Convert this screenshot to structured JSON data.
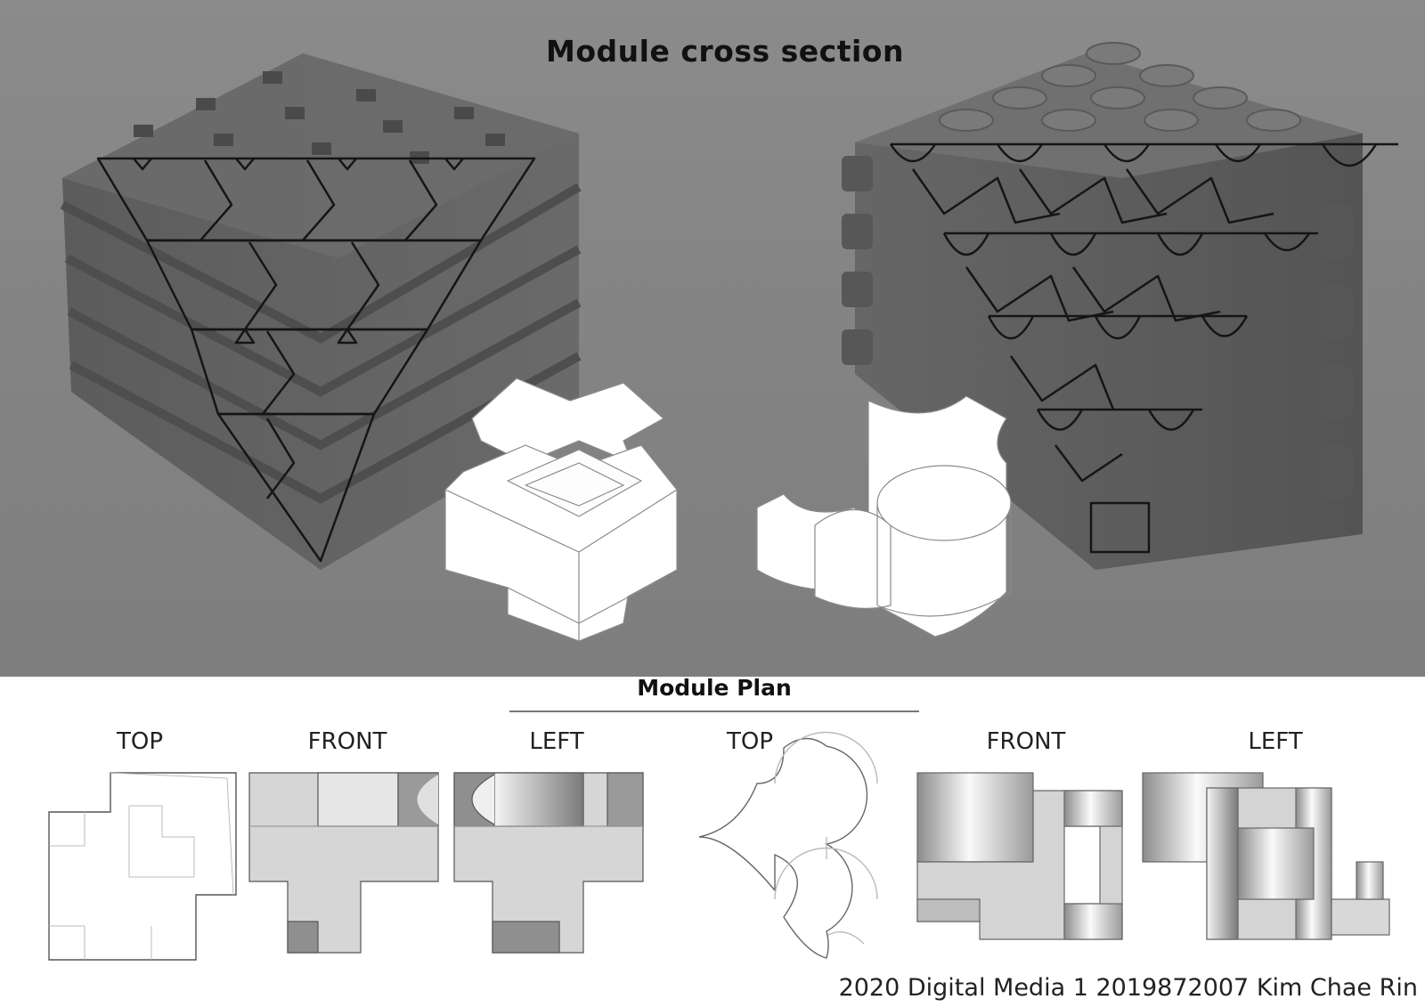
{
  "section_title": "Module cross section",
  "plan_title": "Module Plan",
  "views_left": [
    "TOP",
    "FRONT",
    "LEFT"
  ],
  "views_right": [
    "TOP",
    "FRONT",
    "LEFT"
  ],
  "credit": "2020 Digital Media 1 2019872007 Kim Chae Rin",
  "colors": {
    "background": "#848484",
    "cube": "#5f5f5f",
    "outline": "#151515",
    "module": "#ffffff",
    "plan_fill": "#d6d6d6"
  }
}
